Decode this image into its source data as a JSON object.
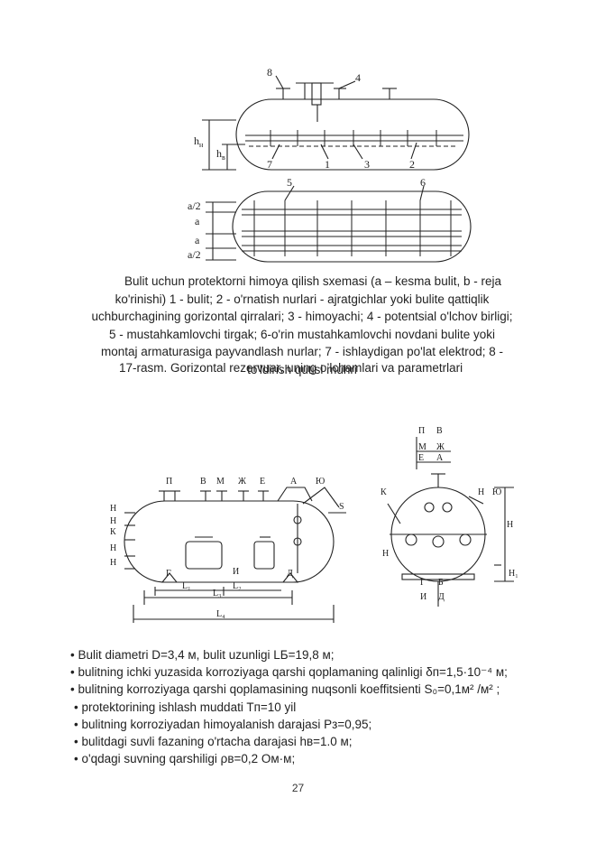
{
  "figure_top": {
    "callouts": [
      "8",
      "4",
      "7",
      "1",
      "3",
      "2",
      "5",
      "6"
    ],
    "dimension_labels": {
      "h_n": "h",
      "h_n_sub": "н",
      "h_v": "h",
      "h_v_sub": "в",
      "a_half_top": "a/2",
      "a_first": "a",
      "a_second": "a",
      "a_half_bottom": "a/2"
    }
  },
  "caption": {
    "line1": "Bulit uchun protektorni himoya qilish sxemasi (a – kesma bulit, b - reja",
    "rest": "ko'rinishi) 1 - bulit; 2 - o'rnatish nurlari - ajratgichlar yoki bulite qattiqlik uchburchagining gorizontal qirralari; 3 - himoyachi; 4 - potentsial o'lchov birligi; 5 - mustahkamlovchi tirgak; 6-o'rin mustahkamlovchi novdani bulite yoki montaj armaturasiga payvandlash nurlar; 7 - ishlaydigan po'lat elektrod; 8 - to'ldirish qutisi muhri"
  },
  "figure_title": "17-rasm. Gorizontal rezervuar, uning o’lchamlari va parametrlari",
  "figure_bottom": {
    "side_top_labels": [
      "П",
      "В",
      "М",
      "Ж",
      "Е",
      "А",
      "Ю"
    ],
    "side_left_labels": [
      "Н",
      "Н",
      "К",
      "Н",
      "Н"
    ],
    "side_right_label": "S",
    "side_misc_labels": [
      "Г",
      "И",
      "Д",
      "L₁",
      "L₂",
      "L₃",
      "L₄"
    ],
    "end_legend": [
      "П",
      "В",
      "М",
      "Ж",
      "Е",
      "А"
    ],
    "end_labels": [
      "К",
      "Н",
      "Ю",
      "Н",
      "Г",
      "Б",
      "И",
      "Д",
      "H",
      "H₁"
    ]
  },
  "params": [
    "• Bulit diametri D=3,4 м, bulit uzunligi LБ=19,8 м;",
    "• bulitning ichki yuzasida korroziyaga qarshi qoplamaning qalinligi δп=1,5·10⁻⁴ м;",
    "• bulitning korroziyaga qarshi qoplamasining nuqsonli koeffitsienti S₀=0,1м² /м² ;",
    "• protektorining ishlash muddati Tп=10 yil",
    "• bulitning korroziyadan himoyalanish darajasi Pз=0,95;",
    "• bulitdagi suvli fazaning o'rtacha darajasi hв=1.0 м;",
    "• o'qdagi suvning qarshiligi ρв=0,2 Ом·м;"
  ],
  "page_number": "27"
}
